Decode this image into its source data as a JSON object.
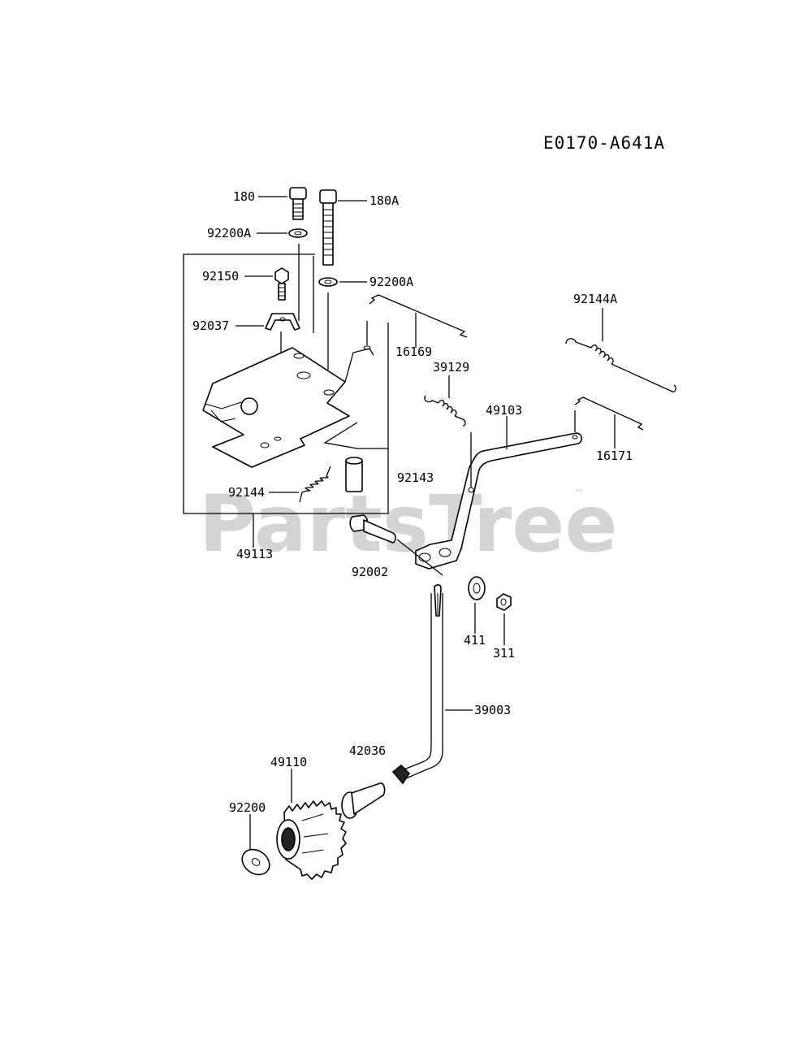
{
  "diagram_code": "E0170-A641A",
  "watermark": {
    "text": "PartsTree",
    "trademark": "™"
  },
  "part_labels": {
    "p180": "180",
    "p92200A_left": "92200A",
    "p180A": "180A",
    "p92150": "92150",
    "p92200A_right": "92200A",
    "p92037": "92037",
    "p92144A": "92144A",
    "p16169": "16169",
    "p39129": "39129",
    "p49103": "49103",
    "p16171": "16171",
    "p92143": "92143",
    "p92144": "92144",
    "p49113": "49113",
    "p92002": "92002",
    "p411": "411",
    "p311": "311",
    "p39003": "39003",
    "p42036": "42036",
    "p49110": "49110",
    "p92200": "92200"
  }
}
